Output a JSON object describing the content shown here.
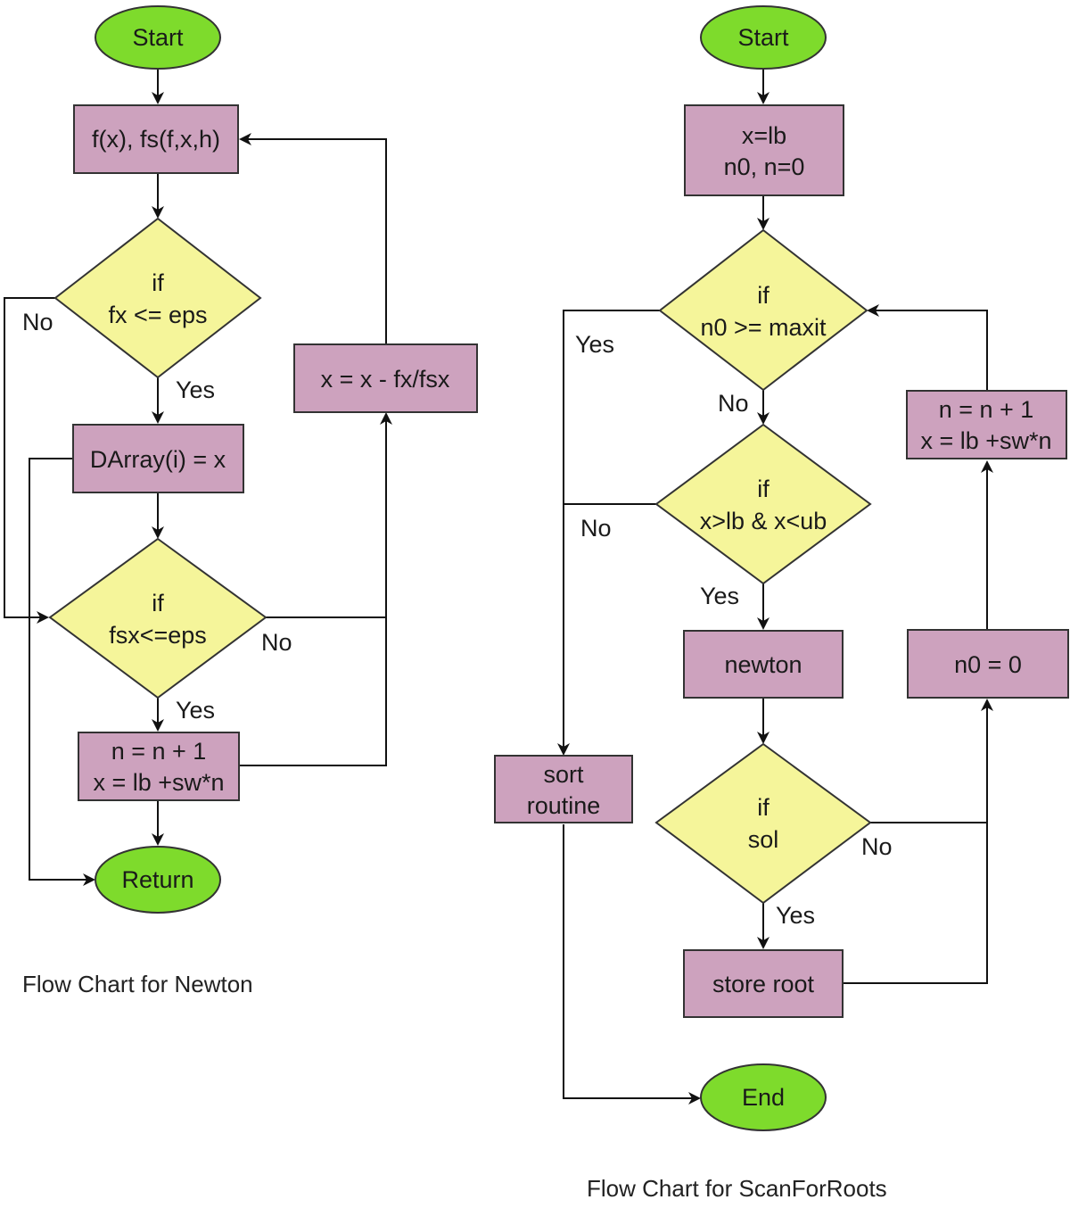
{
  "newton": {
    "start": "Start",
    "defs": "f(x), fs(f,x,h)",
    "cond1": {
      "line1": "if",
      "line2": "fx <= eps"
    },
    "darray": "DArray(i) = x",
    "cond2": {
      "line1": "if",
      "line2": "fsx<=eps"
    },
    "incr": {
      "line1": "n = n + 1",
      "line2": "x = lb +sw*n"
    },
    "update": "x = x - fx/fsx",
    "ret": "Return",
    "labels": {
      "c1_no": "No",
      "c1_yes": "Yes",
      "c2_no": "No",
      "c2_yes": "Yes"
    },
    "caption": "Flow Chart for Newton"
  },
  "scan": {
    "start": "Start",
    "init": {
      "line1": "x=lb",
      "line2": "n0, n=0"
    },
    "cond1": {
      "line1": "if",
      "line2": "n0 >= maxit"
    },
    "cond2": {
      "line1": "if",
      "line2": "x>lb & x<ub"
    },
    "newton": "newton",
    "cond3": {
      "line1": "if",
      "line2": "sol"
    },
    "store": "store root",
    "reset": "n0 = 0",
    "incr": {
      "line1": "n = n + 1",
      "line2": "x = lb +sw*n"
    },
    "sort": {
      "line1": "sort",
      "line2": "routine"
    },
    "end": "End",
    "labels": {
      "c1_yes": "Yes",
      "c1_no": "No",
      "c2_no": "No",
      "c2_yes": "Yes",
      "c3_no": "No",
      "c3_yes": "Yes"
    },
    "caption": "Flow Chart for ScanForRoots"
  }
}
